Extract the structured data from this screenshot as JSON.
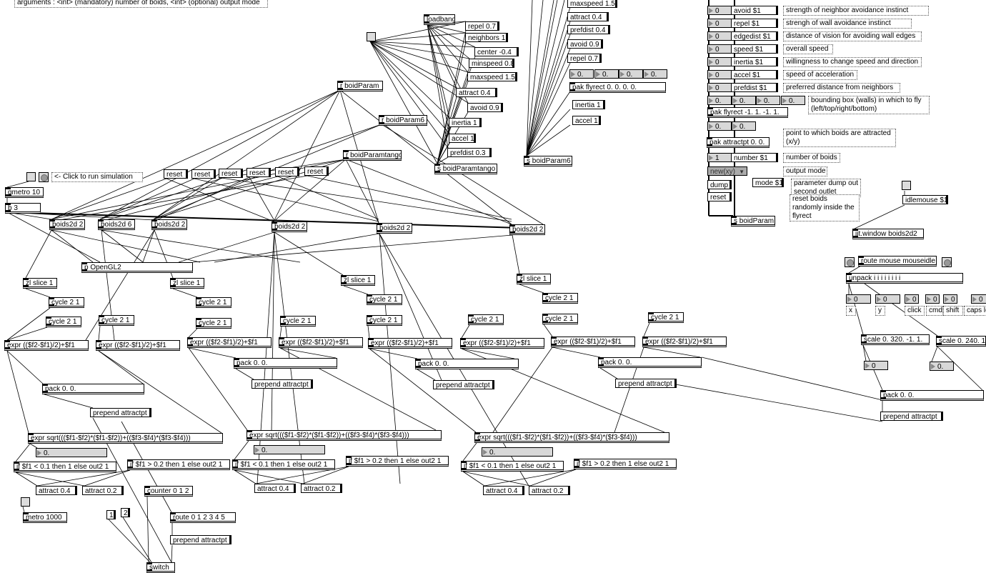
{
  "patch": {
    "objects": [
      {
        "text": "arguments : <int> (mandatory) number of boids, <int> (optional) output mode",
        "kind": "comment"
      },
      {
        "text": "loadbang",
        "kind": "obj"
      },
      {
        "text": "repel 0.7",
        "kind": "msg"
      },
      {
        "text": "neighbors 1",
        "kind": "msg"
      },
      {
        "text": "center -0.4",
        "kind": "msg"
      },
      {
        "text": "minspeed 0.8",
        "kind": "msg"
      },
      {
        "text": "maxspeed 1.5",
        "kind": "msg"
      },
      {
        "text": "attract 0.4",
        "kind": "msg"
      },
      {
        "text": "avoid 0.9",
        "kind": "msg"
      },
      {
        "text": "inertia 1",
        "kind": "msg"
      },
      {
        "text": "accel 1",
        "kind": "msg"
      },
      {
        "text": "prefdist 0.3",
        "kind": "msg"
      },
      {
        "text": "s boidParamtango",
        "kind": "obj"
      },
      {
        "text": "",
        "kind": "toggle"
      },
      {
        "text": "r boidParam",
        "kind": "obj"
      },
      {
        "text": "r boidParam6",
        "kind": "obj"
      },
      {
        "text": "r boidParamtango",
        "kind": "obj"
      },
      {
        "text": "maxspeed 1.5",
        "kind": "msg"
      },
      {
        "text": "attract 0.4",
        "kind": "msg"
      },
      {
        "text": "prefdist 0.4",
        "kind": "msg"
      },
      {
        "text": "avoid 0.9",
        "kind": "msg"
      },
      {
        "text": "repel 0.7",
        "kind": "msg"
      },
      {
        "text": "0.",
        "kind": "number"
      },
      {
        "text": "0.",
        "kind": "number"
      },
      {
        "text": "0.",
        "kind": "number"
      },
      {
        "text": "0.",
        "kind": "number"
      },
      {
        "text": "pak flyrect 0. 0. 0. 0.",
        "kind": "obj"
      },
      {
        "text": "inertia 1",
        "kind": "msg"
      },
      {
        "text": "accel 1",
        "kind": "msg"
      },
      {
        "text": "s boidParam6",
        "kind": "obj"
      },
      {
        "text": "0",
        "kind": "number"
      },
      {
        "text": "avoid $1",
        "kind": "msg"
      },
      {
        "text": "strength of neighbor avoidance instinct",
        "kind": "comment"
      },
      {
        "text": "0",
        "kind": "number"
      },
      {
        "text": "repel $1",
        "kind": "msg"
      },
      {
        "text": "strengh of wall avoidance instinct",
        "kind": "comment"
      },
      {
        "text": "0",
        "kind": "number"
      },
      {
        "text": "edgedist $1",
        "kind": "msg"
      },
      {
        "text": "distance of vision for avoiding wall edges",
        "kind": "comment"
      },
      {
        "text": "0",
        "kind": "number"
      },
      {
        "text": "speed $1",
        "kind": "msg"
      },
      {
        "text": "overall speed",
        "kind": "comment"
      },
      {
        "text": "0",
        "kind": "number"
      },
      {
        "text": "inertia $1",
        "kind": "msg"
      },
      {
        "text": "willingness to change speed and direction",
        "kind": "comment"
      },
      {
        "text": "0",
        "kind": "number"
      },
      {
        "text": "accel $1",
        "kind": "msg"
      },
      {
        "text": "speed of acceleration",
        "kind": "comment"
      },
      {
        "text": "0",
        "kind": "number"
      },
      {
        "text": "prefdist $1",
        "kind": "msg"
      },
      {
        "text": "preferred distance from neighbors",
        "kind": "comment"
      },
      {
        "text": "0.",
        "kind": "number"
      },
      {
        "text": "0.",
        "kind": "number"
      },
      {
        "text": "0.",
        "kind": "number"
      },
      {
        "text": "0.",
        "kind": "number"
      },
      {
        "text": "bounding box (walls) in which to fly\n(left/top/right/bottom)",
        "kind": "comment"
      },
      {
        "text": "pak flyrect -1. 1. -1. 1.",
        "kind": "obj"
      },
      {
        "text": "0.",
        "kind": "number"
      },
      {
        "text": "0.",
        "kind": "number"
      },
      {
        "text": "pak attractpt 0. 0.",
        "kind": "obj"
      },
      {
        "text": "point to which boids are attracted\n(x/y)",
        "kind": "comment"
      },
      {
        "text": "1",
        "kind": "number"
      },
      {
        "text": "number $1",
        "kind": "msg"
      },
      {
        "text": "number of boids",
        "kind": "comment"
      },
      {
        "text": "new(xy)",
        "kind": "menu"
      },
      {
        "text": "output mode",
        "kind": "comment"
      },
      {
        "text": "dump",
        "kind": "msg"
      },
      {
        "text": "mode $1",
        "kind": "msg"
      },
      {
        "text": "reset",
        "kind": "msg"
      },
      {
        "text": "parameter dump out\nsecond outlet",
        "kind": "comment"
      },
      {
        "text": "reset boids\nrandomly inside the\nflyrect",
        "kind": "comment"
      },
      {
        "text": "s boidParam",
        "kind": "obj"
      },
      {
        "text": "",
        "kind": "toggle"
      },
      {
        "text": "idlemouse $1",
        "kind": "msg"
      },
      {
        "text": "jit.window boids2d2",
        "kind": "obj"
      },
      {
        "text": "route mouse mouseidle",
        "kind": "obj"
      },
      {
        "text": "",
        "kind": "bang"
      },
      {
        "text": "",
        "kind": "bang"
      },
      {
        "text": "unpack i i i i i i i i",
        "kind": "obj"
      },
      {
        "text": "0",
        "kind": "number"
      },
      {
        "text": "0",
        "kind": "number"
      },
      {
        "text": "0",
        "kind": "number"
      },
      {
        "text": "0",
        "kind": "number"
      },
      {
        "text": "0",
        "kind": "number"
      },
      {
        "text": "0",
        "kind": "number"
      },
      {
        "text": "x",
        "kind": "comment"
      },
      {
        "text": "y",
        "kind": "comment"
      },
      {
        "text": "click",
        "kind": "comment"
      },
      {
        "text": "cmd",
        "kind": "comment"
      },
      {
        "text": "shift",
        "kind": "comment"
      },
      {
        "text": "caps lo",
        "kind": "comment"
      },
      {
        "text": "scale 0. 320. -1. 1.",
        "kind": "obj"
      },
      {
        "text": "scale 0. 240. 1",
        "kind": "obj"
      },
      {
        "text": "0",
        "kind": "number"
      },
      {
        "text": "0.",
        "kind": "number"
      },
      {
        "text": "pack 0. 0.",
        "kind": "obj"
      },
      {
        "text": "prepend attractpt",
        "kind": "msg"
      },
      {
        "text": "",
        "kind": "toggle"
      },
      {
        "text": "",
        "kind": "bang"
      },
      {
        "text": "<- Click to run simulation",
        "kind": "comment"
      },
      {
        "text": "reset",
        "kind": "msg"
      },
      {
        "text": "reset",
        "kind": "msg"
      },
      {
        "text": "reset",
        "kind": "msg"
      },
      {
        "text": "reset",
        "kind": "msg"
      },
      {
        "text": "reset",
        "kind": "msg"
      },
      {
        "text": "reset",
        "kind": "msg"
      },
      {
        "text": "qmetro 10",
        "kind": "obj"
      },
      {
        "text": "b 3",
        "kind": "obj"
      },
      {
        "text": "boids2d 2",
        "kind": "obj"
      },
      {
        "text": "boids2d 6",
        "kind": "obj"
      },
      {
        "text": "boids2d 2",
        "kind": "obj"
      },
      {
        "text": "boids2d 2",
        "kind": "obj"
      },
      {
        "text": "boids2d 2",
        "kind": "obj"
      },
      {
        "text": "boids2d 2",
        "kind": "obj"
      },
      {
        "text": "p OpenGL2",
        "kind": "obj"
      },
      {
        "text": "zl slice 1",
        "kind": "obj"
      },
      {
        "text": "zl slice 1",
        "kind": "obj"
      },
      {
        "text": "zl slice 1",
        "kind": "obj"
      },
      {
        "text": "zl slice 1",
        "kind": "obj"
      },
      {
        "text": "cycle 2 1",
        "kind": "obj"
      },
      {
        "text": "cycle 2 1",
        "kind": "obj"
      },
      {
        "text": "cycle 2 1",
        "kind": "obj"
      },
      {
        "text": "cycle 2 1",
        "kind": "obj"
      },
      {
        "text": "cycle 2 1",
        "kind": "obj"
      },
      {
        "text": "cycle 2 1",
        "kind": "obj"
      },
      {
        "text": "cycle 2 1",
        "kind": "obj"
      },
      {
        "text": "cycle 2 1",
        "kind": "obj"
      },
      {
        "text": "cycle 2 1",
        "kind": "obj"
      },
      {
        "text": "cycle 2 1",
        "kind": "obj"
      },
      {
        "text": "cycle 2 1",
        "kind": "obj"
      },
      {
        "text": "cycle 2 1",
        "kind": "obj"
      },
      {
        "text": "expr (($f2-$f1)/2)+$f1",
        "kind": "obj"
      },
      {
        "text": "expr (($f2-$f1)/2)+$f1",
        "kind": "obj"
      },
      {
        "text": "expr (($f2-$f1)/2)+$f1",
        "kind": "obj"
      },
      {
        "text": "expr (($f2-$f1)/2)+$f1",
        "kind": "obj"
      },
      {
        "text": "expr (($f2-$f1)/2)+$f1",
        "kind": "obj"
      },
      {
        "text": "expr (($f2-$f1)/2)+$f1",
        "kind": "obj"
      },
      {
        "text": "expr (($f2-$f1)/2)+$f1",
        "kind": "obj"
      },
      {
        "text": "expr (($f2-$f1)/2)+$f1",
        "kind": "obj"
      },
      {
        "text": "pack 0. 0.",
        "kind": "obj"
      },
      {
        "text": "pack 0. 0.",
        "kind": "obj"
      },
      {
        "text": "pack 0. 0.",
        "kind": "obj"
      },
      {
        "text": "pack 0. 0.",
        "kind": "obj"
      },
      {
        "text": "prepend attractpt",
        "kind": "msg"
      },
      {
        "text": "prepend attractpt",
        "kind": "msg"
      },
      {
        "text": "prepend attractpt",
        "kind": "msg"
      },
      {
        "text": "prepend attractpt",
        "kind": "msg"
      },
      {
        "text": "expr sqrt((($f1-$f2)*($f1-$f2))+(($f3-$f4)*($f3-$f4)))",
        "kind": "obj"
      },
      {
        "text": "expr sqrt((($f1-$f2)*($f1-$f2))+(($f3-$f4)*($f3-$f4)))",
        "kind": "obj"
      },
      {
        "text": "expr sqrt((($f1-$f2)*($f1-$f2))+(($f3-$f4)*($f3-$f4)))",
        "kind": "obj"
      },
      {
        "text": "0.",
        "kind": "number"
      },
      {
        "text": "0.",
        "kind": "number"
      },
      {
        "text": "0.",
        "kind": "number"
      },
      {
        "text": "if $f1 < 0.1 then 1 else out2 1",
        "kind": "obj"
      },
      {
        "text": "if $f1 < 0.1 then 1 else out2 1",
        "kind": "obj"
      },
      {
        "text": "if $f1 < 0.1 then 1 else out2 1",
        "kind": "obj"
      },
      {
        "text": "if $f1 > 0.2 then 1 else out2 1",
        "kind": "obj"
      },
      {
        "text": "if $f1 > 0.2 then 1 else out2 1",
        "kind": "obj"
      },
      {
        "text": "if $f1 > 0.2 then 1 else out2 1",
        "kind": "obj"
      },
      {
        "text": "attract 0.4",
        "kind": "msg"
      },
      {
        "text": "attract 0.4",
        "kind": "msg"
      },
      {
        "text": "attract 0.4",
        "kind": "msg"
      },
      {
        "text": "attract 0.2",
        "kind": "msg"
      },
      {
        "text": "attract 0.2",
        "kind": "msg"
      },
      {
        "text": "attract 0.2",
        "kind": "msg"
      },
      {
        "text": "counter 0 1 2",
        "kind": "obj"
      },
      {
        "text": "",
        "kind": "toggle"
      },
      {
        "text": "metro 1000",
        "kind": "obj"
      },
      {
        "text": "1",
        "kind": "msg"
      },
      {
        "text": "2",
        "kind": "msg"
      },
      {
        "text": "route 0 1 2 3 4 5",
        "kind": "obj"
      },
      {
        "text": "prepend attractpt",
        "kind": "msg"
      },
      {
        "text": "switch",
        "kind": "obj"
      }
    ]
  }
}
